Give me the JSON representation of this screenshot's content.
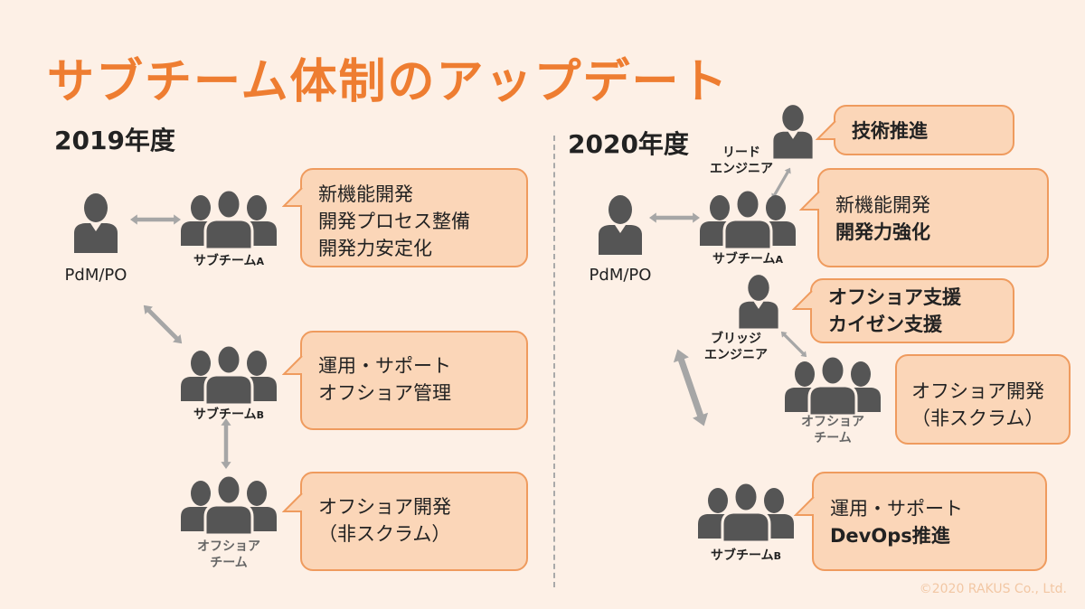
{
  "slide": {
    "title": "サブチーム体制のアップデート",
    "copyright": "©2020 RAKUS Co., Ltd."
  },
  "left": {
    "year": "2019年度",
    "pdm_label": "PdM/PO",
    "team_a": {
      "name": "サブチーム",
      "suffix": "A",
      "bubble": [
        "新機能開発",
        "開発プロセス整備",
        "開発力安定化"
      ]
    },
    "team_b": {
      "name": "サブチーム",
      "suffix": "B",
      "bubble": [
        "運用・サポート",
        "オフショア管理"
      ]
    },
    "offshore": {
      "name": [
        "オフショア",
        "チーム"
      ],
      "bubble": [
        "オフショア開発",
        "（非スクラム）"
      ]
    }
  },
  "right": {
    "year": "2020年度",
    "pdm_label": "PdM/PO",
    "lead": {
      "name": [
        "リード",
        "エンジニア"
      ],
      "bubble": [
        "技術推進"
      ]
    },
    "team_a": {
      "name": "サブチーム",
      "suffix": "A",
      "bubble": [
        "新機能開発",
        "開発力強化"
      ]
    },
    "bridge": {
      "name": [
        "ブリッジ",
        "エンジニア"
      ],
      "bubble": [
        "オフショア支援",
        "カイゼン支援"
      ]
    },
    "offshore": {
      "name": [
        "オフショア",
        "チーム"
      ],
      "bubble": [
        "オフショア開発",
        "（非スクラム）"
      ]
    },
    "team_b": {
      "name": "サブチーム",
      "suffix": "B",
      "bubble": [
        "運用・サポート",
        "DevOps推進"
      ]
    }
  },
  "colors": {
    "accent": "#ee7d31",
    "bubble_fill": "#fbd6b8",
    "bubble_border": "#ef9b5e",
    "icon": "#555555",
    "arrow": "#a6a6a6"
  }
}
